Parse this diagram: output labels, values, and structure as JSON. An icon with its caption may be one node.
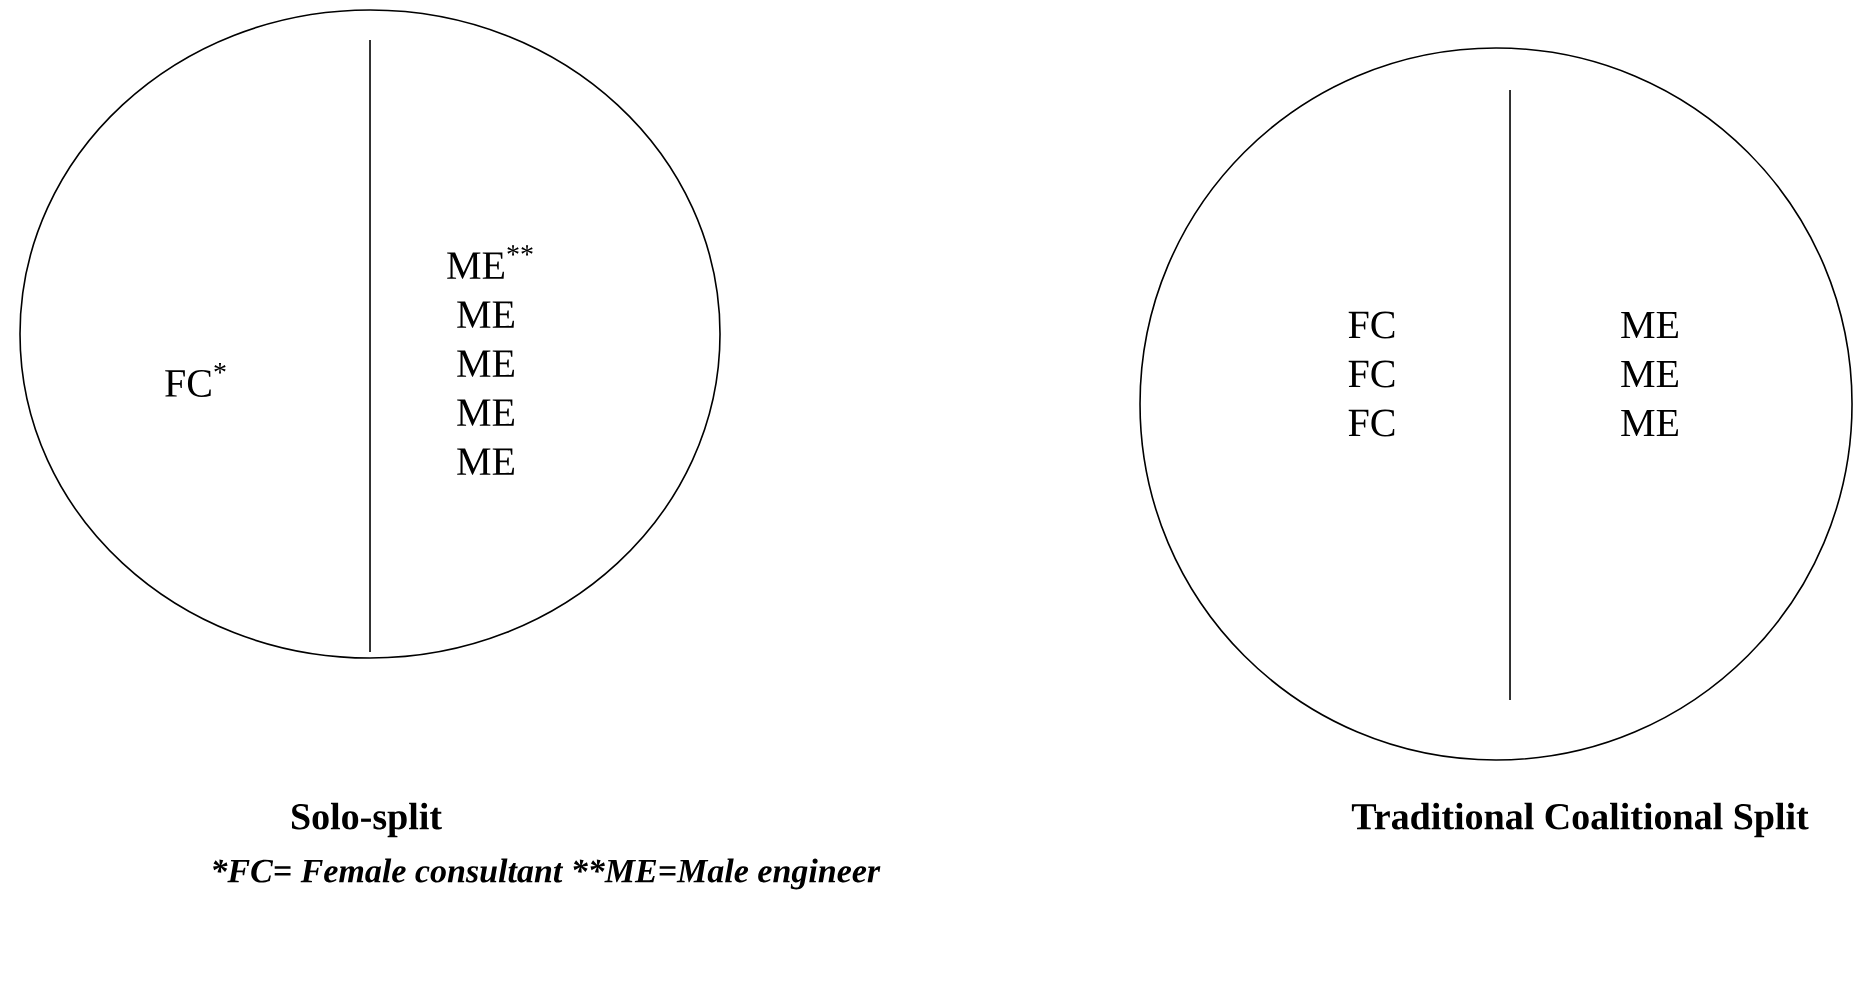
{
  "diagram": {
    "nodes": [
      {
        "text": [
          "FC$^{*}$",
          "ME$^{**}$ ME ME ME ME"
        ],
        "beside": [
          "Solo-split"
        ]
      },
      {
        "text": [
          "FC FC FC",
          "ME ME ME"
        ],
        "beside": [
          "Traditional Coalitional Split"
        ]
      }
    ],
    "labels": [
      "*FC= Female consultant  **ME=Male engineer"
    ]
  }
}
